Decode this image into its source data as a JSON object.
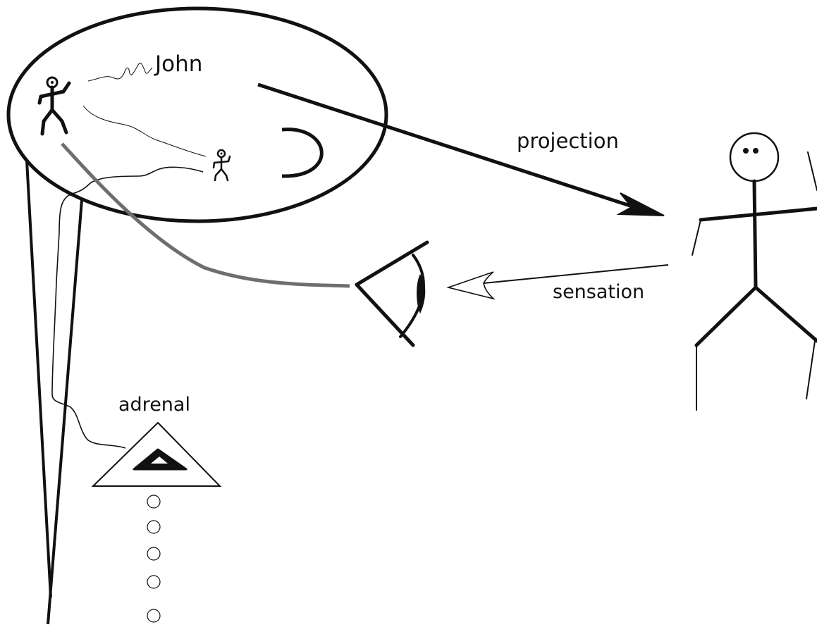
{
  "labels": {
    "name": "John",
    "projection": "projection",
    "sensation": "sensation",
    "adrenal": "adrenal"
  },
  "colors": {
    "ink": "#111111",
    "nerve": "#6e6e6e",
    "background": "#ffffff"
  }
}
